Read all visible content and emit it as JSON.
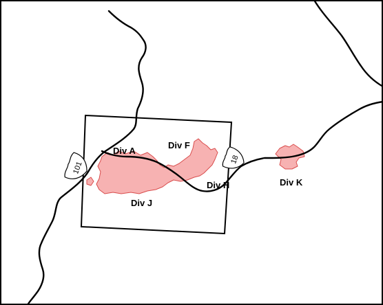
{
  "colors": {
    "background": "#ffffff",
    "road": "#000000",
    "fire_fill": "#f7b2b2",
    "fire_stroke": "#d94c4c",
    "frame": "#000000"
  },
  "highway_shields": [
    {
      "id": "route-101",
      "number": "101"
    },
    {
      "id": "route-18",
      "number": "18"
    }
  ],
  "divisions": [
    {
      "id": "div-a",
      "label": "Div A"
    },
    {
      "id": "div-f",
      "label": "Div F"
    },
    {
      "id": "div-h",
      "label": "Div H"
    },
    {
      "id": "div-j",
      "label": "Div J"
    },
    {
      "id": "div-k",
      "label": "Div K"
    }
  ]
}
